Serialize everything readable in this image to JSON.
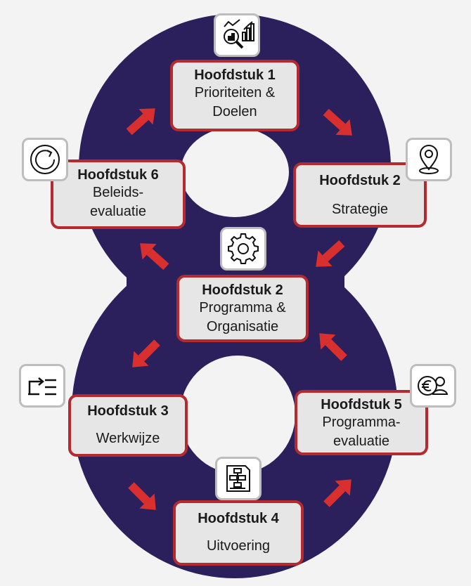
{
  "diagram": {
    "colors": {
      "ring": "#2b1f5c",
      "box_border": "#b42a2e",
      "box_fill": "#e6e6e6",
      "arrow": "#d9302f",
      "icon_border": "#bdbdbd"
    },
    "chapters": [
      {
        "id": "top",
        "title": "Hoofdstuk 1",
        "lines": [
          "Prioriteiten &",
          "Doelen"
        ],
        "icon": "analytics-search-icon"
      },
      {
        "id": "upper-right",
        "title": "Hoofdstuk 2",
        "lines": [
          "Strategie"
        ],
        "icon": "location-pin-icon"
      },
      {
        "id": "upper-left",
        "title": "Hoofdstuk 6",
        "lines": [
          "Beleids-",
          "evaluatie"
        ],
        "icon": "refresh-cycle-icon"
      },
      {
        "id": "center",
        "title": "Hoofdstuk 2",
        "lines": [
          "Programma &",
          "Organisatie"
        ],
        "icon": "gear-icon"
      },
      {
        "id": "lower-left",
        "title": "Hoofdstuk 3",
        "lines": [
          "Werkwijze"
        ],
        "icon": "list-arrow-icon"
      },
      {
        "id": "lower-right",
        "title": "Hoofdstuk 5",
        "lines": [
          "Programma-",
          "evaluatie"
        ],
        "icon": "euro-people-icon"
      },
      {
        "id": "bottom",
        "title": "Hoofdstuk 4",
        "lines": [
          "Uitvoering"
        ],
        "icon": "flowchart-document-icon"
      }
    ]
  }
}
